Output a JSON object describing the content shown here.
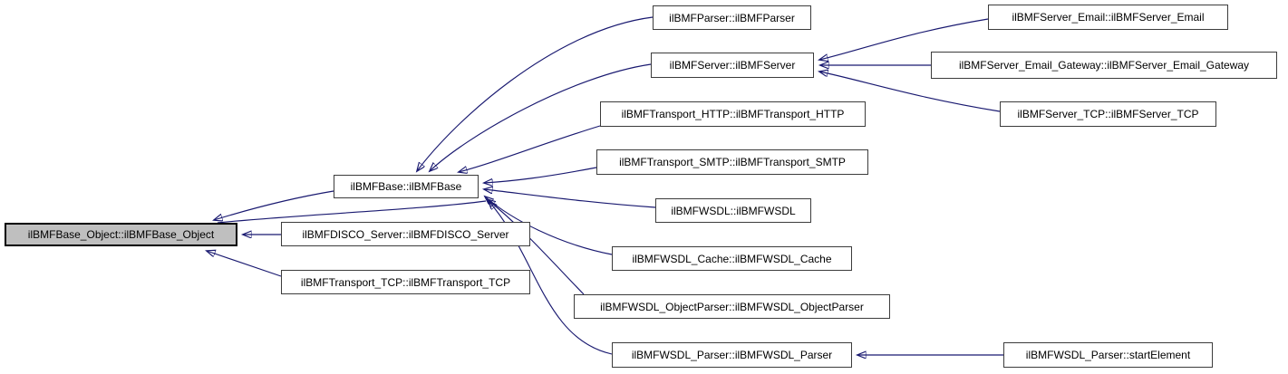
{
  "diagram": {
    "kind": "doxygen-caller-graph",
    "root": "ilBMFBase_Object::ilBMFBase_Object",
    "background_color": "#ffffff",
    "edge_color": "#191970",
    "node_border_color": "#3c3c3c",
    "root_fill_color": "#bfbfbf",
    "node_fill_color": "#ffffff"
  },
  "nodes": [
    {
      "id": "base_object",
      "label": "ilBMFBase_Object::ilBMFBase_Object"
    },
    {
      "id": "base",
      "label": "ilBMFBase::ilBMFBase"
    },
    {
      "id": "disco_server",
      "label": "ilBMFDISCO_Server::ilBMFDISCO_Server"
    },
    {
      "id": "transport_tcp",
      "label": "ilBMFTransport_TCP::ilBMFTransport_TCP"
    },
    {
      "id": "parser",
      "label": "ilBMFParser::ilBMFParser"
    },
    {
      "id": "server",
      "label": "ilBMFServer::ilBMFServer"
    },
    {
      "id": "transport_http",
      "label": "ilBMFTransport_HTTP::ilBMFTransport_HTTP"
    },
    {
      "id": "transport_smtp",
      "label": "ilBMFTransport_SMTP::ilBMFTransport_SMTP"
    },
    {
      "id": "wsdl",
      "label": "ilBMFWSDL::ilBMFWSDL"
    },
    {
      "id": "wsdl_cache",
      "label": "ilBMFWSDL_Cache::ilBMFWSDL_Cache"
    },
    {
      "id": "wsdl_objectparser",
      "label": "ilBMFWSDL_ObjectParser::ilBMFWSDL_ObjectParser"
    },
    {
      "id": "wsdl_parser",
      "label": "ilBMFWSDL_Parser::ilBMFWSDL_Parser"
    },
    {
      "id": "server_email",
      "label": "ilBMFServer_Email::ilBMFServer_Email"
    },
    {
      "id": "server_email_gateway",
      "label": "ilBMFServer_Email_Gateway::ilBMFServer_Email_Gateway"
    },
    {
      "id": "server_tcp",
      "label": "ilBMFServer_TCP::ilBMFServer_TCP"
    },
    {
      "id": "startelement",
      "label": "ilBMFWSDL_Parser::startElement"
    }
  ],
  "edges": [
    {
      "from": "base",
      "to": "base_object"
    },
    {
      "from": "disco_server",
      "to": "base_object"
    },
    {
      "from": "transport_tcp",
      "to": "base_object"
    },
    {
      "from": "parser",
      "to": "base"
    },
    {
      "from": "server",
      "to": "base"
    },
    {
      "from": "transport_http",
      "to": "base"
    },
    {
      "from": "transport_smtp",
      "to": "base"
    },
    {
      "from": "wsdl",
      "to": "base"
    },
    {
      "from": "wsdl_cache",
      "to": "base"
    },
    {
      "from": "wsdl_objectparser",
      "to": "base"
    },
    {
      "from": "wsdl_parser",
      "to": "base"
    },
    {
      "from": "server_email",
      "to": "server"
    },
    {
      "from": "server_email_gateway",
      "to": "server"
    },
    {
      "from": "server_tcp",
      "to": "server"
    },
    {
      "from": "startelement",
      "to": "wsdl_parser"
    }
  ]
}
